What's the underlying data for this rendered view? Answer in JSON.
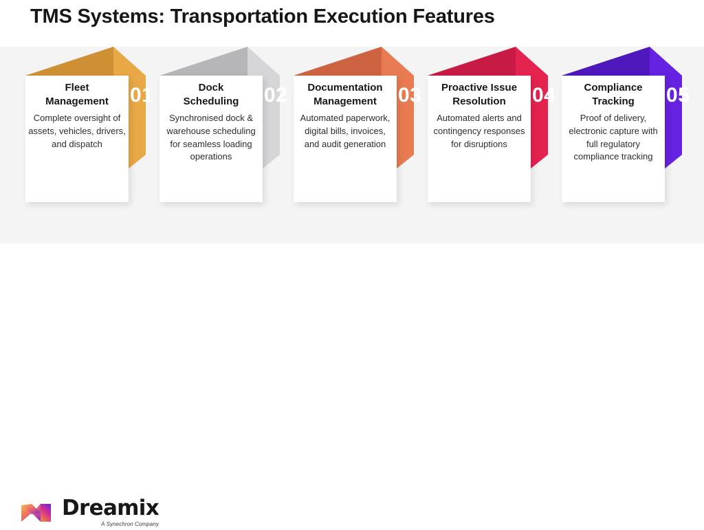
{
  "header": {
    "title": "TMS Systems: Transportation Execution Features"
  },
  "colors": {
    "page_background": "#ffffff",
    "stage_background": "#f4f4f5",
    "title_text": "#17171a",
    "card_background": "#ffffff"
  },
  "cards": [
    {
      "number": "01",
      "title": "Fleet\nManagement",
      "description": "Complete oversight of assets, vehicles, drivers, and dispatch",
      "ribbon_color": "#e9a846",
      "ribbon_fold_color": "#cf9034"
    },
    {
      "number": "02",
      "title": "Dock\nScheduling",
      "description": "Synchronised dock & warehouse scheduling for seamless loading operations",
      "ribbon_color": "#d6d6d8",
      "ribbon_fold_color": "#b6b6b9"
    },
    {
      "number": "03",
      "title": "Documentation\nManagement",
      "description": "Automated paperwork, digital bills, invoices, and audit generation",
      "ribbon_color": "#e87b51",
      "ribbon_fold_color": "#cd6340"
    },
    {
      "number": "04",
      "title": "Proactive Issue\nResolution",
      "description": "Automated alerts and contingency responses for disruptions",
      "ribbon_color": "#e4234f",
      "ribbon_fold_color": "#c71b45"
    },
    {
      "number": "05",
      "title": "Compliance\nTracking",
      "description": "Proof of delivery, electronic capture with full regulatory compliance tracking",
      "ribbon_color": "#6522e0",
      "ribbon_fold_color": "#4f18bd"
    }
  ],
  "footer": {
    "logo_word": "Dreamix",
    "logo_tagline": "A Synechron Company",
    "logo_icon": "dreamix-ribbon-mark"
  }
}
